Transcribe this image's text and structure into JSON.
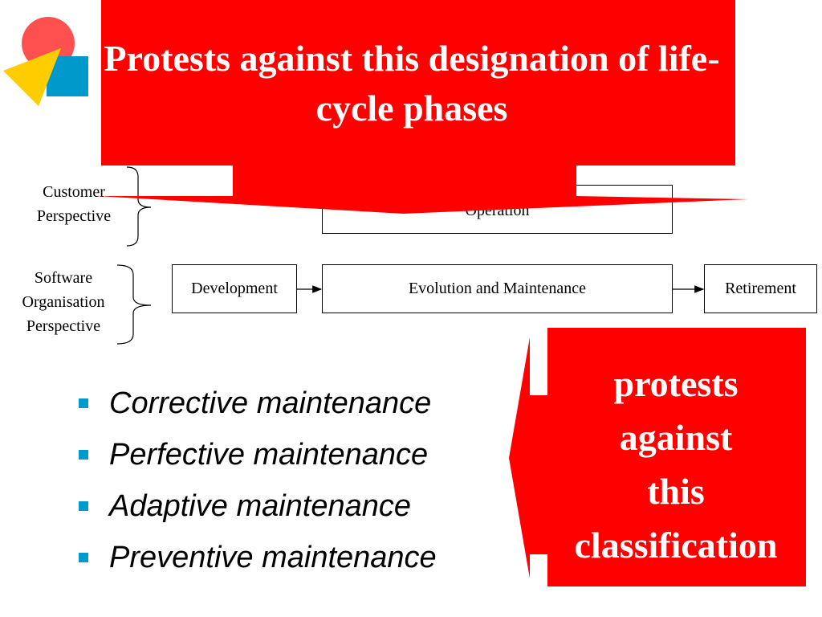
{
  "slide": {
    "callout_title": "Protests against this designation of  life-cycle phases",
    "callout_right_lines": [
      "protests",
      "against",
      "this",
      "classification"
    ]
  },
  "diagram": {
    "customer_perspective_lines": [
      "Customer",
      "Perspective"
    ],
    "software_perspective_lines": [
      "Software",
      "Organisation",
      "Perspective"
    ],
    "boxes": {
      "operation": "Operation",
      "development": "Development",
      "evolution": "Evolution and Maintenance",
      "retirement": "Retirement"
    }
  },
  "bullets": [
    "Corrective maintenance",
    "Perfective maintenance",
    "Adaptive maintenance",
    "Preventive maintenance"
  ],
  "colors": {
    "callout": "#ff0000",
    "bullet": "#0099cc",
    "logo_circle": "#ff5050",
    "logo_triangle": "#ffcc00",
    "logo_square": "#0099cc"
  }
}
